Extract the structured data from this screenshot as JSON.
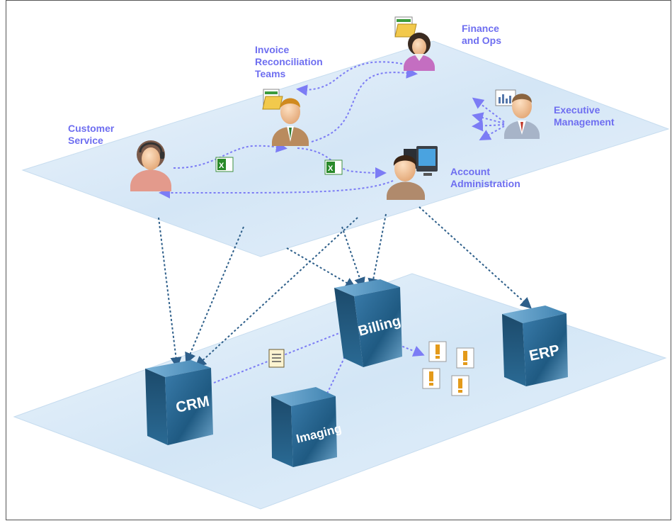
{
  "roles": {
    "finance": [
      "Finance",
      "and Ops"
    ],
    "invoice": [
      "Invoice",
      "Reconciliation",
      "Teams"
    ],
    "customer": [
      "Customer",
      "Service"
    ],
    "executive": [
      "Executive",
      "Management"
    ],
    "account": [
      "Account",
      "Administration"
    ]
  },
  "systems": {
    "billing": "Billing",
    "crm": "CRM",
    "erp": "ERP",
    "imaging": "Imaging"
  },
  "colors": {
    "label": "#6e6ef0",
    "plane": "#d6e8f7",
    "server_top": "#4a8bb6",
    "server_front": "#236188",
    "server_side": "#153f5c",
    "arrow_dark": "#2e5f8a",
    "arrow_light": "#7c7cf5"
  },
  "icons": {
    "excel": "excel-icon",
    "document": "document-icon",
    "alert": "alert-icon",
    "chart": "chart-icon",
    "computer": "computer-icon",
    "folder": "folder-icon"
  }
}
